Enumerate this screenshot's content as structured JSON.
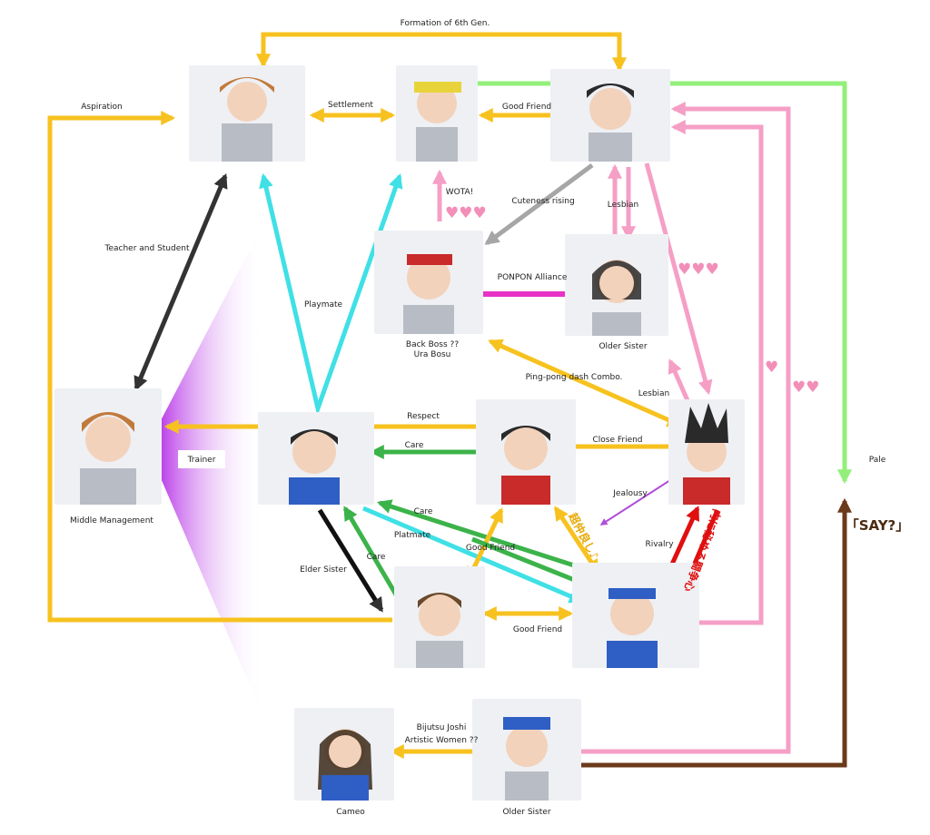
{
  "colors": {
    "yellow": "#f7c21f",
    "black": "#333333",
    "cyan": "#3fe0e6",
    "green": "#3cb34a",
    "pink": "#f59fc6",
    "magenta": "#e832c6",
    "grey": "#a6a6a6",
    "lime": "#92f07a",
    "brown": "#6b3a1a",
    "red": "#e01010",
    "purple": "#b04fd8",
    "heart": "#f28fb9"
  },
  "nodes": {
    "n1": {
      "caption": ""
    },
    "n2": {
      "caption": ""
    },
    "n3": {
      "caption": ""
    },
    "n4": {
      "caption": "Back Boss ??",
      "caption2": "Ura Bosu"
    },
    "n5": {
      "caption": "Older Sister"
    },
    "n6": {
      "caption": "Middle Management"
    },
    "n7": {
      "caption": ""
    },
    "n8": {
      "caption": ""
    },
    "n9": {
      "caption": ""
    },
    "n10": {
      "caption": ""
    },
    "n11": {
      "caption": ""
    },
    "n12": {
      "caption": "Cameo"
    },
    "n13": {
      "caption": "Older Sister"
    }
  },
  "relations": {
    "formation": "Formation of 6th Gen.",
    "aspiration": "Aspiration",
    "settlement": "Settlement",
    "good_friend_top": "Good Friend",
    "wota": "WOTA!",
    "cuteness": "Cuteness rising",
    "lesbian_top": "Lesbian",
    "teacher": "Teacher and Student",
    "playmate": "Playmate",
    "ponpon": "PONPON Alliance",
    "pingpong": "Ping-pong dash Combo.",
    "lesbian_mid": "Lesbian",
    "respect": "Respect",
    "care_1": "Care",
    "close_friend": "Close Friend",
    "trainer": "Trainer",
    "jealousy": "Jealousy",
    "care_2": "Care",
    "platmate": "Platmate",
    "good_friend_mid": "Good Friend",
    "care_3": "Care",
    "rivalry": "Rivalry",
    "elder_sister": "Elder Sister",
    "good_friend_bottom": "Good Friend",
    "bijutsu": "Bijutsu Joshi",
    "artistic": "Artistic Women ??",
    "pale": "Pale",
    "say": "「SAY?」",
    "jp_yellow": "超仲良し♪",
    "jp_red": "内に秘める闘争心"
  },
  "hearts": {
    "h1": "♥♥♥",
    "h2": "♥♥♥",
    "h3": "♥",
    "h4": "♥♥"
  }
}
